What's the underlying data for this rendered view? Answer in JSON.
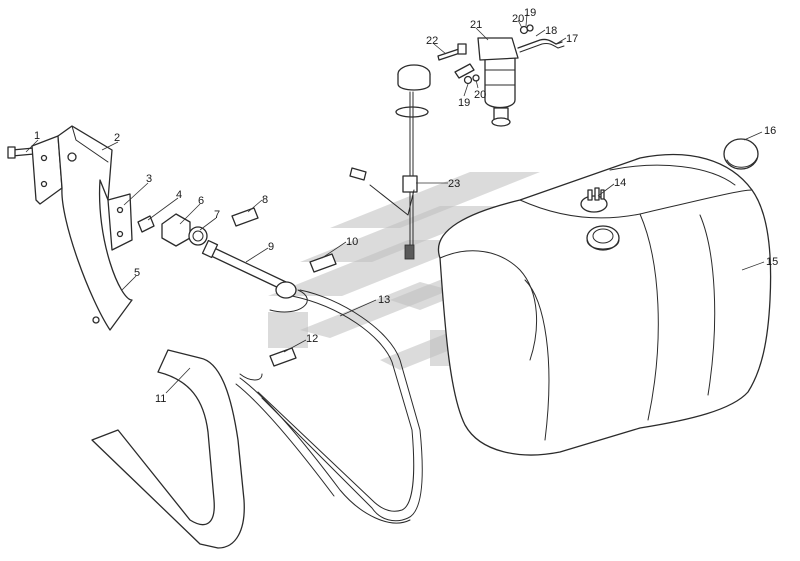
{
  "diagram": {
    "callouts": {
      "c1": "1",
      "c2": "2",
      "c3": "3",
      "c4": "4",
      "c5": "5",
      "c6": "6",
      "c7": "7",
      "c8": "8",
      "c9": "9",
      "c10": "10",
      "c11": "11",
      "c12": "12",
      "c13": "13",
      "c14": "14",
      "c15": "15",
      "c16": "16",
      "c17": "17",
      "c18": "18",
      "c19a": "19",
      "c19b": "19",
      "c20a": "20",
      "c20b": "20",
      "c21": "21",
      "c22": "22",
      "c23": "23"
    },
    "colors": {
      "line": "#2b2b2b",
      "watermark": "#bdbdbd",
      "background": "#ffffff"
    }
  }
}
